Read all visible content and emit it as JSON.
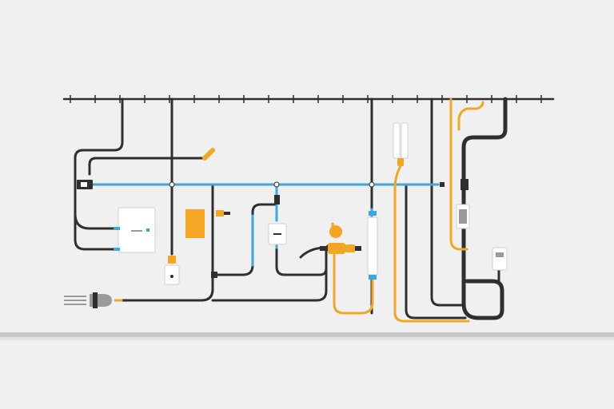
{
  "colors": {
    "background": "#f0f0f0",
    "floor": "#c8c8c8",
    "floor_shadow": "#e2e2e2",
    "black_wire": "#2f2f2f",
    "blue_wire": "#39a9df",
    "orange_wire": "#f2a623",
    "device_fill": "#ffffff",
    "device_stroke": "#cfcfcf",
    "orange_box": "#f5a623",
    "metal": "#9a9a9a"
  },
  "components": {
    "rail": "top-rail",
    "panel": "junction-panel",
    "box": "orange-junction-box",
    "socket": "socket-module",
    "plug": "plug-connector",
    "valve": "orange-valve-assembly",
    "tube": "white-tube-device",
    "radiator": "white-radiator",
    "meter": "wall-meter"
  }
}
